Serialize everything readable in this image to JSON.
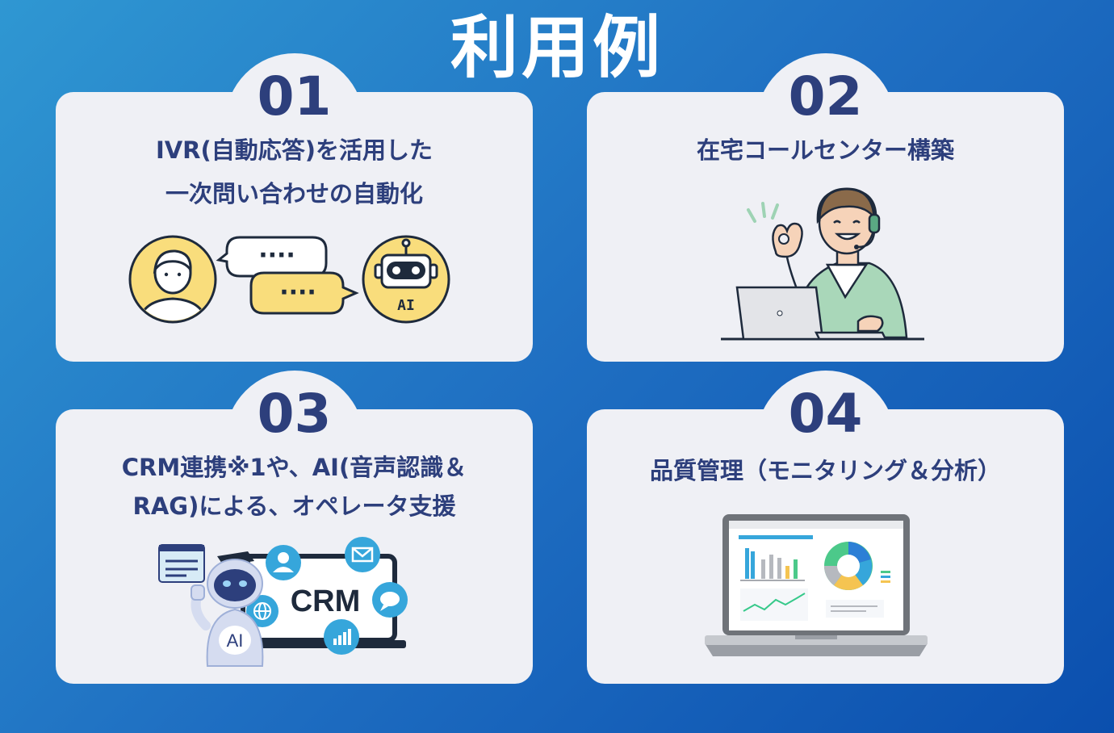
{
  "title": "利用例",
  "cards": [
    {
      "number": "01",
      "lines": [
        "IVR(自動応答)を活用した",
        "一次問い合わせの自動化"
      ],
      "illustration": {
        "bubble_left": "····",
        "bubble_right": "····",
        "robot_label": "AI"
      }
    },
    {
      "number": "02",
      "lines": [
        "在宅コールセンター構築"
      ],
      "illustration": {}
    },
    {
      "number": "03",
      "lines": [
        "CRM連携※1や、AI(音声認識＆",
        "RAG)による、オペレータ支援"
      ],
      "illustration": {
        "crm_label": "CRM",
        "robot_label": "AI"
      }
    },
    {
      "number": "04",
      "lines": [
        "品質管理（モニタリング＆分析）"
      ],
      "illustration": {}
    }
  ],
  "colors": {
    "navy": "#2d3f7c",
    "card": "#eff0f5",
    "yellow": "#f9dd7c",
    "green": "#a9d7b9",
    "sky": "#36a6db"
  }
}
